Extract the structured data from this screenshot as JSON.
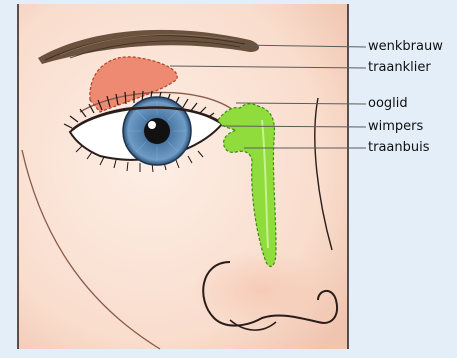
{
  "labels": [
    {
      "id": "wenkbrauw",
      "text": "wenkbrauw"
    },
    {
      "id": "traanklier",
      "text": "traanklier"
    },
    {
      "id": "ooglid",
      "text": "ooglid"
    },
    {
      "id": "wimpers",
      "text": "wimpers"
    },
    {
      "id": "traanbuis",
      "text": "traanbuis"
    }
  ],
  "colors": {
    "background": "#e3eef8",
    "skin": "#fbe3d6",
    "skin_shadow": "#f2c8b4",
    "outline": "#2a1d1a",
    "eyebrow": "#5a4636",
    "tear_gland": "#ef8a72",
    "tear_duct": "#8fdc3c",
    "iris": "#5b86b0",
    "pupil": "#111111"
  }
}
